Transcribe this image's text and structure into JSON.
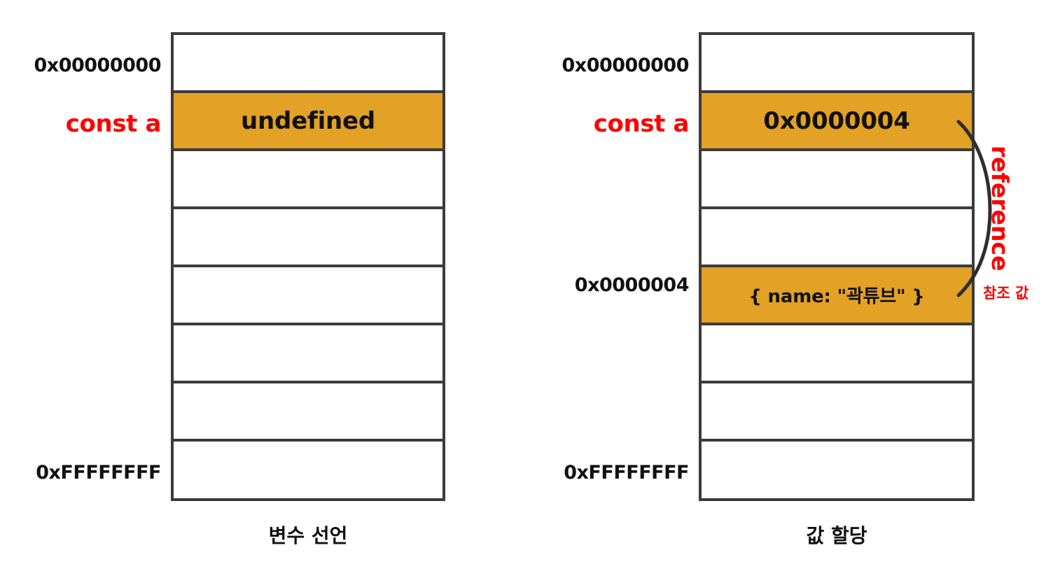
{
  "diagram": {
    "title_hidden": "",
    "colors": {
      "filled_cell": "#e3a126",
      "border": "#3b3b3b",
      "annotation_red": "#ff0000",
      "text_black": "#111111",
      "background": "#ffffff"
    }
  },
  "panels": [
    {
      "id": "declaration",
      "caption": "변수 선언",
      "labels": {
        "top_address": "0x00000000",
        "bottom_address": "0xFFFFFFFF",
        "variable": "const a"
      },
      "rows": [
        {
          "index": 0,
          "value": "",
          "filled": false
        },
        {
          "index": 1,
          "value": "undefined",
          "filled": true
        },
        {
          "index": 2,
          "value": "",
          "filled": false
        },
        {
          "index": 3,
          "value": "",
          "filled": false
        },
        {
          "index": 4,
          "value": "",
          "filled": false
        },
        {
          "index": 5,
          "value": "",
          "filled": false
        },
        {
          "index": 6,
          "value": "",
          "filled": false
        },
        {
          "index": 7,
          "value": "",
          "filled": false
        }
      ]
    },
    {
      "id": "assignment",
      "caption": "값 할당",
      "labels": {
        "top_address": "0x00000000",
        "bottom_address": "0xFFFFFFFF",
        "variable": "const a",
        "object_address": "0x0000004"
      },
      "rows": [
        {
          "index": 0,
          "value": "",
          "filled": false
        },
        {
          "index": 1,
          "value": "0x0000004",
          "filled": true
        },
        {
          "index": 2,
          "value": "",
          "filled": false
        },
        {
          "index": 3,
          "value": "",
          "filled": false
        },
        {
          "index": 4,
          "value": "{ name: \"곽튜브\" }",
          "filled": true
        },
        {
          "index": 5,
          "value": "",
          "filled": false
        },
        {
          "index": 6,
          "value": "",
          "filled": false
        },
        {
          "index": 7,
          "value": "",
          "filled": false
        }
      ]
    }
  ],
  "annotation": {
    "reference_label": "reference",
    "reference_label_korean": "참조 값"
  }
}
